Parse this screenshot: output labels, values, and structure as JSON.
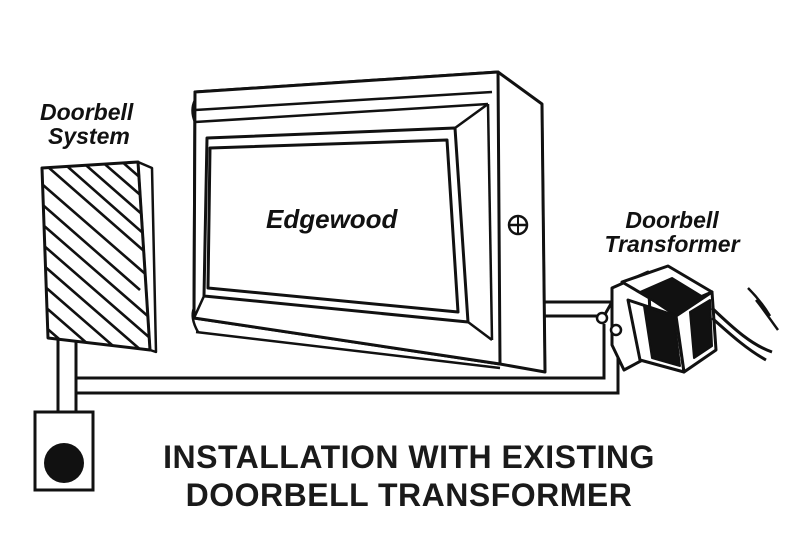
{
  "labels": {
    "doorbell_system_line1": "Doorbell",
    "doorbell_system_line2": "System",
    "edgewood": "Edgewood",
    "transformer_line1": "Doorbell",
    "transformer_line2": "Transformer"
  },
  "title": {
    "line1": "INSTALLATION WITH EXISTING",
    "line2": "DOORBELL TRANSFORMER"
  },
  "colors": {
    "ink": "#111111",
    "paper": "#ffffff"
  }
}
